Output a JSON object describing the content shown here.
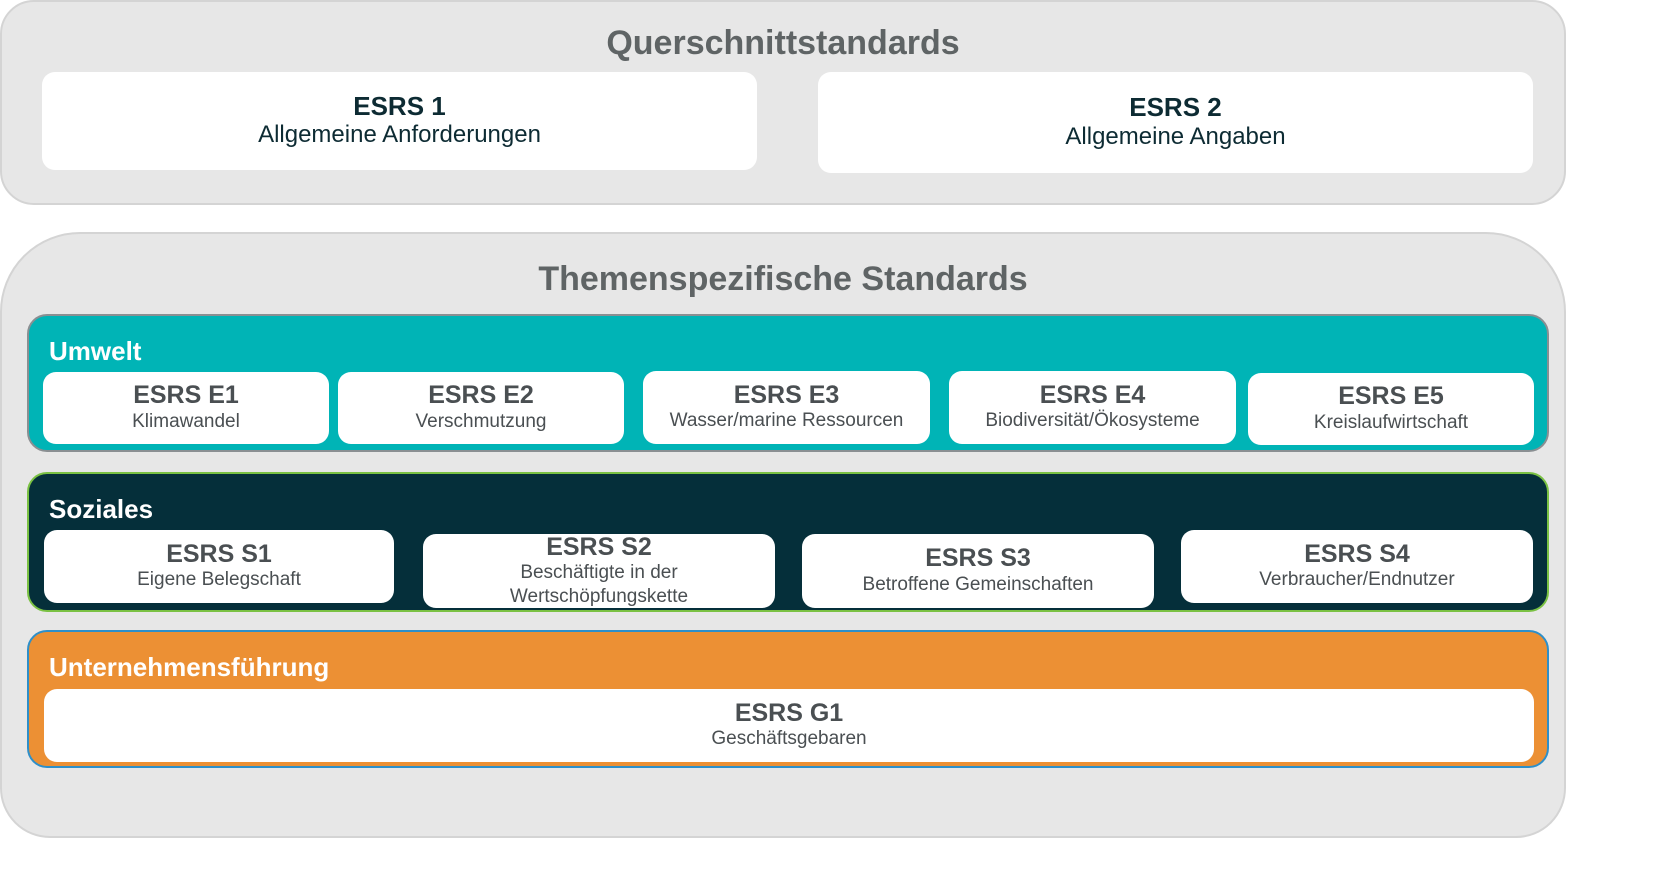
{
  "cross_cutting": {
    "title": "Querschnittstandards",
    "cards": [
      {
        "code": "ESRS 1",
        "name": "Allgemeine Anforderungen"
      },
      {
        "code": "ESRS 2",
        "name": "Allgemeine Angaben"
      }
    ]
  },
  "topical": {
    "title": "Themenspezifische Standards",
    "environment": {
      "label": "Umwelt",
      "color": "#00b4b6",
      "cards": [
        {
          "code": "ESRS E1",
          "name": "Klimawandel"
        },
        {
          "code": "ESRS E2",
          "name": "Verschmutzung"
        },
        {
          "code": "ESRS E3",
          "name": "Wasser/marine Ressourcen"
        },
        {
          "code": "ESRS E4",
          "name": "Biodiversität/Ökosysteme"
        },
        {
          "code": "ESRS E5",
          "name": "Kreislaufwirtschaft"
        }
      ]
    },
    "social": {
      "label": "Soziales",
      "color": "#052f3a",
      "cards": [
        {
          "code": "ESRS S1",
          "name": "Eigene Belegschaft",
          "name2": ""
        },
        {
          "code": "ESRS S2",
          "name": "Beschäftigte in der",
          "name2": "Wertschöpfungskette"
        },
        {
          "code": "ESRS S3",
          "name": "Betroffene Gemeinschaften",
          "name2": ""
        },
        {
          "code": "ESRS S4",
          "name": "Verbraucher/Endnutzer",
          "name2": ""
        }
      ]
    },
    "governance": {
      "label": "Unternehmensführung",
      "color": "#ec9034",
      "cards": [
        {
          "code": "ESRS G1",
          "name": "Geschäftsgebaren"
        }
      ]
    }
  }
}
